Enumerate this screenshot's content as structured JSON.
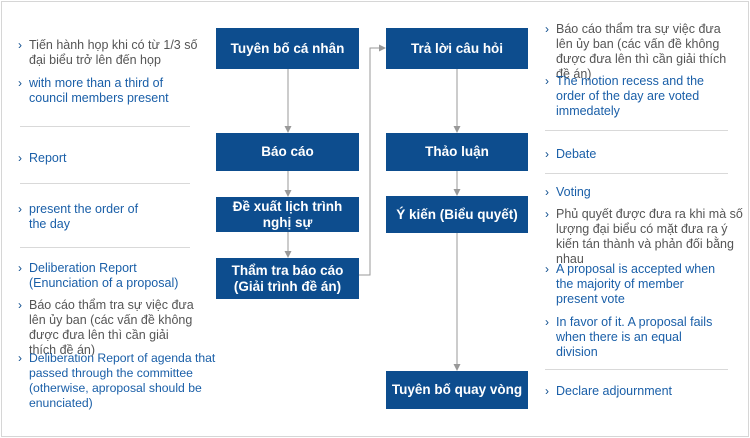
{
  "boxes": {
    "announce": "Tuyên bố cá nhân",
    "report": "Báo cáo",
    "propose_agenda": "Đề xuất lịch trình nghị sự",
    "review_report": "Thẩm tra báo cáo (Giải trình đề án)",
    "answer": "Trả lời câu hỏi",
    "discussion": "Thảo luận",
    "opinion": "Ý kiến (Biểu quyết)",
    "adjourn": "Tuyên bố quay vòng"
  },
  "left_notes": [
    [
      "Tiến hành họp khi có từ 1/3 số đại biểu trở lên đến họp",
      "with more than a third of council members present"
    ],
    [
      "Report"
    ],
    [
      "present the order of the day"
    ],
    [
      "Deliberation Report (Enunciation of a proposal)",
      "Báo cáo thẩm tra sự việc đưa lên ủy ban (các vấn đề không được đưa lên thì cần giải thích đề án)",
      "Deliberation Report of agenda that passed through the committee (otherwise, aproposal should be enunciated)"
    ]
  ],
  "right_notes": [
    [
      "Báo cáo thẩm tra sự việc đưa lên ủy ban (các vấn đề không được đưa lên thì cần giải thích đề án)",
      "The motion recess and the order of the day are voted immedately"
    ],
    [
      "Debate"
    ],
    [
      "Voting",
      "Phủ quyết được đưa ra khi mà số lượng đại biểu có mặt đưa ra ý kiến tán thành và phản đối bằng nhau",
      "A proposal is accepted when the majority of member present vote",
      "In favor of it. A proposal fails when there is an equal division"
    ],
    [
      "Declare adjournment"
    ]
  ],
  "colors": {
    "box": "#0d4d8e",
    "english": "#1a5fa8",
    "vietnamese": "#555555",
    "connector": "#999999"
  }
}
